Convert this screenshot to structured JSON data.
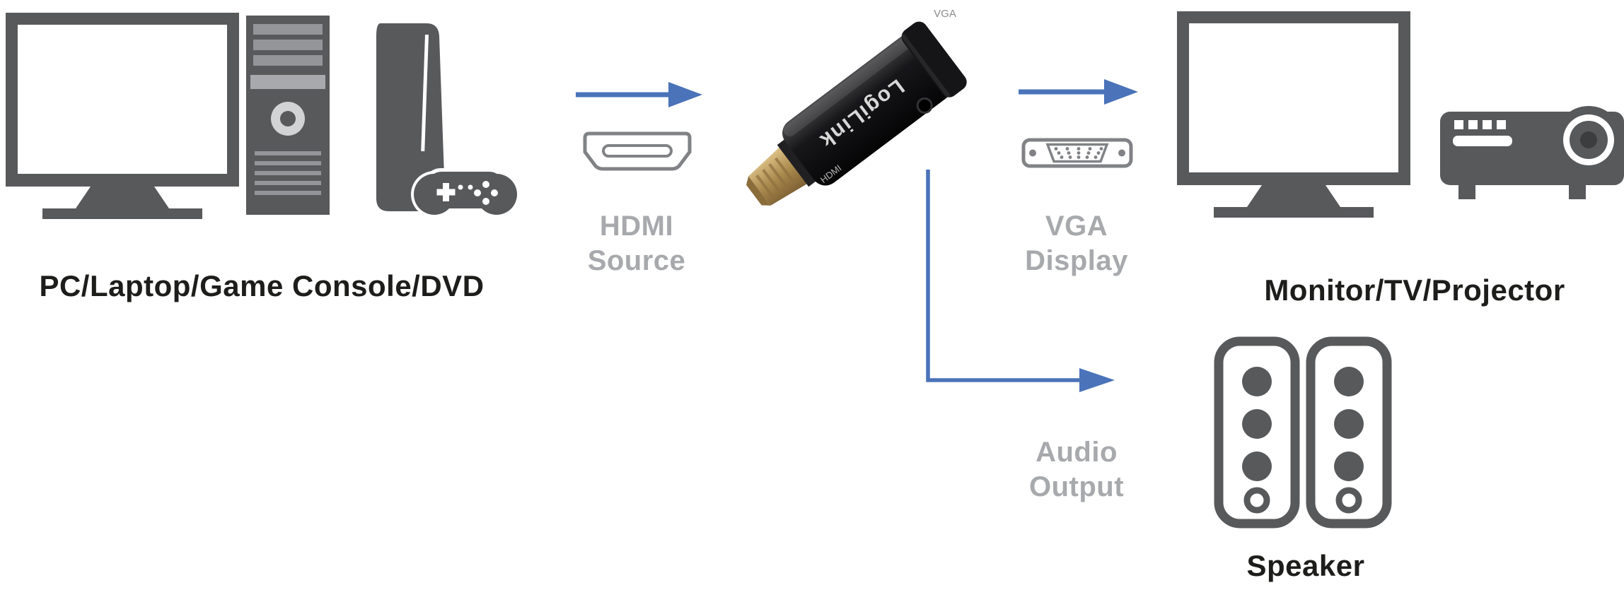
{
  "title": "HDMI to VGA adapter connection diagram",
  "colors": {
    "icon_gray": "#58595b",
    "icon_gray_light": "#939598",
    "connector_outline_gray": "#808285",
    "arrow_blue": "#4a73b9",
    "label_gray": "#a7a9ac",
    "label_black": "#1d1d1b",
    "adapter_body_black": "#121214",
    "adapter_gold": "#b08d4e"
  },
  "nodes": {
    "source": {
      "label": "PC/Laptop/Game Console/DVD"
    },
    "display": {
      "label": "Monitor/TV/Projector"
    },
    "speaker": {
      "label": "Speaker"
    }
  },
  "connections": {
    "hdmi": {
      "line1": "HDMI",
      "line2": "Source"
    },
    "vga": {
      "line1": "VGA",
      "line2": "Display"
    },
    "audio": {
      "line1": "Audio",
      "line2": "Output"
    }
  },
  "adapter": {
    "brand": "LogiLink",
    "vga_marking": "VGA",
    "hdmi_marking": "HDMI"
  },
  "icons": {
    "left_group": [
      "desktop-monitor-icon",
      "pc-tower-icon",
      "game-console-icon",
      "gamepad-icon"
    ],
    "connectors": [
      "hdmi-connector-icon",
      "vga-connector-icon"
    ],
    "right_group": [
      "monitor-icon",
      "projector-icon",
      "speaker-icon"
    ],
    "arrows": [
      "hdmi-arrow",
      "vga-arrow",
      "audio-arrow"
    ]
  }
}
